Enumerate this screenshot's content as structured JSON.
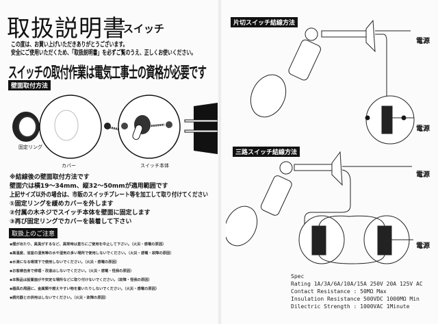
{
  "left_page": {
    "title": "取扱説明書",
    "subtitle": "スイッチ",
    "intro": [
      "この度は、お買い上げいただきありがとうございます。",
      "安全にご使用いただくため、「取扱説明書」を必ずご覧のうえ、正しくお使いください。"
    ],
    "warning_banner": "スイッチの取付作業は電気工事士の資格が必要です",
    "section_wall_mount": "壁面取付方法",
    "diagram_labels": {
      "ring": "固定リング",
      "cover": "カバー",
      "switch_body": "スイッチ本体"
    },
    "mount_notes": [
      "※結線後の壁面取付方法です",
      "壁面穴は横19～34mm、縦32～50mmが適用範囲です",
      "上記サイズ以外の場合は、市販のスイッチプレート等を加工して取り付けてください",
      "①固定リングを緩めカバーを外します",
      "②付属の木ネジでスイッチ本体を壁面に固定します",
      "③再び固定リングでカバーを装着して下さい"
    ],
    "section_cautions": "取扱上のご注意",
    "cautions": [
      "◆煙が出たり、異臭がするなど、異常時は直ちにご使用を中止して下さい。（火災・感電の原因）",
      "◆高温度、浴室の湿気等の水や湿気の多い場所で使用しないでください。（火災・感電・故障の原因）",
      "◆水滴になる環境下で使用しないでください。（火災・感電の原因）",
      "◆お客様自身で修理・改造はしないでください。（火災・感電・怪我の原因）",
      "◆本製品は設置面が不安定な場所などに取り付けないでください。（故障・怪我の原因）",
      "◆器具の周囲に、金属類や燃えやすい物を置いたりしないでください。（火災・感電の原因）",
      "◆調光器との併用はしないでください。（火災・故障の原因）"
    ]
  },
  "right_page": {
    "section_single": "片切スイッチ結線方法",
    "section_three_way": "三路スイッチ結線方法",
    "power_label": "電源",
    "spec": {
      "heading": "Spec",
      "lines": [
        "Rating   1A/3A/6A/10A/15A 250V 20A 125V AC",
        "Contact Resistance : 50MΩ Max",
        "Insulation Resistance   500VDC 1000MΩ Min",
        "Dilectric Strength : 1000VAC 1Minute"
      ]
    }
  }
}
